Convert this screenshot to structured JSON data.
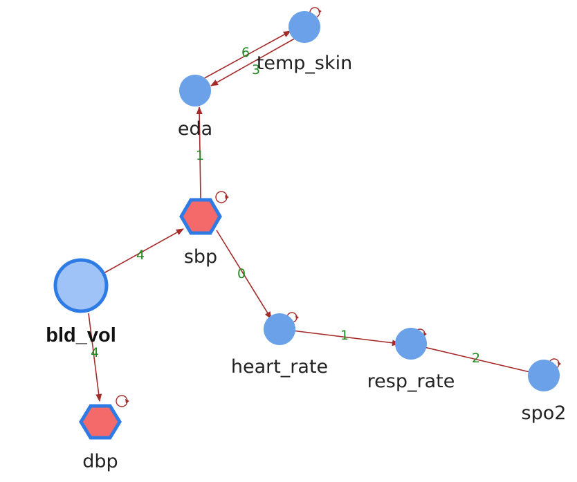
{
  "colors": {
    "edge": "#a52a2a",
    "edge_label": "#1e8a1e",
    "node_fill": "#6aa1e8",
    "node_fill_main": "#9fc3f6",
    "node_stroke": "#2f7be6",
    "hex_fill": "#f46a6a"
  },
  "nodes": {
    "temp_skin": {
      "label": "temp_skin",
      "shape": "circle"
    },
    "eda": {
      "label": "eda",
      "shape": "circle"
    },
    "sbp": {
      "label": "sbp",
      "shape": "hexagon"
    },
    "bld_vol": {
      "label": "bld_vol",
      "shape": "circle-large"
    },
    "heart_rate": {
      "label": "heart_rate",
      "shape": "circle"
    },
    "resp_rate": {
      "label": "resp_rate",
      "shape": "circle"
    },
    "spo2": {
      "label": "spo2",
      "shape": "circle"
    },
    "dbp": {
      "label": "dbp",
      "shape": "hexagon"
    }
  },
  "edges": [
    {
      "from": "eda",
      "to": "temp_skin",
      "label": "6"
    },
    {
      "from": "temp_skin",
      "to": "eda",
      "label": "3"
    },
    {
      "from": "sbp",
      "to": "eda",
      "label": "1"
    },
    {
      "from": "bld_vol",
      "to": "sbp",
      "label": "4"
    },
    {
      "from": "sbp",
      "to": "heart_rate",
      "label": "0"
    },
    {
      "from": "heart_rate",
      "to": "resp_rate",
      "label": "1"
    },
    {
      "from": "resp_rate",
      "to": "spo2",
      "label": "2"
    },
    {
      "from": "bld_vol",
      "to": "dbp",
      "label": "4"
    }
  ]
}
